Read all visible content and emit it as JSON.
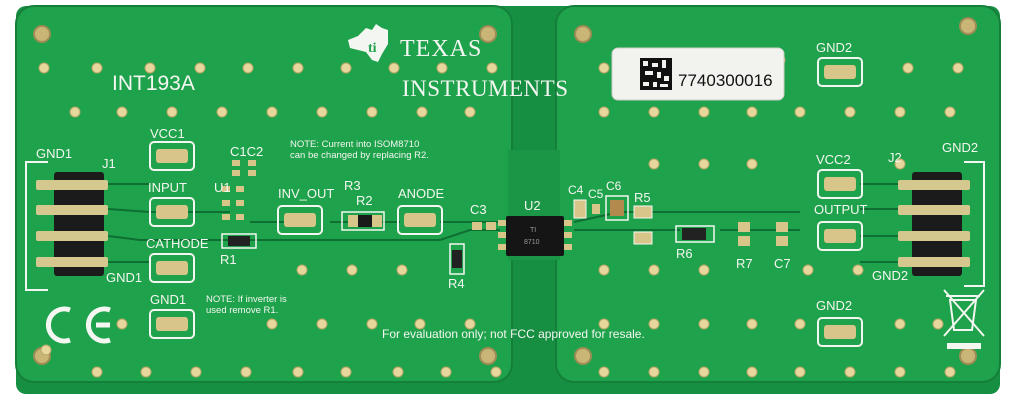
{
  "board": {
    "board_name": "INT193A",
    "brand": {
      "line1": "TEXAS",
      "line2": "INSTRUMENTS",
      "logo": "ti-state-logo"
    },
    "serial_label": "7740300016",
    "notes": {
      "current_note_line1": "NOTE: Current into ISOM8710",
      "current_note_line2": "can be changed by replacing R2.",
      "inverter_note_line1": "NOTE: If inverter is",
      "inverter_note_line2": "used remove R1.",
      "evaluation": "For evaluation only; not FCC approved for resale."
    },
    "connectors": {
      "j1": "J1",
      "j2": "J2",
      "gnd1_left": "GND1",
      "gnd1_bottom_left": "GND1",
      "gnd2_right_top": "GND2",
      "gnd2_right_bottom": "GND2"
    },
    "test_points": {
      "vcc1": "VCC1",
      "input": "INPUT",
      "cathode": "CATHODE",
      "gnd1": "GND1",
      "inv_out": "INV_OUT",
      "anode": "ANODE",
      "gnd2_top": "GND2",
      "vcc2": "VCC2",
      "output": "OUTPUT",
      "gnd2_bottom": "GND2"
    },
    "refdes": {
      "c1c2": "C1C2",
      "u1": "U1",
      "r1": "R1",
      "r3": "R3",
      "r2": "R2",
      "r4": "R4",
      "c3": "C3",
      "u2": "U2",
      "c4": "C4",
      "c5": "C5",
      "c6": "C6",
      "r5": "R5",
      "r6": "R6",
      "r7": "R7",
      "c7": "C7"
    },
    "chip_marking": {
      "line1": "TI",
      "line2": "8710"
    },
    "marks": {
      "ce": "CE",
      "weee": "weee-crossed-bin-icon"
    },
    "colors": {
      "pcb": "#1e9a49",
      "pcb_dark": "#168a3e",
      "silk": "#f4f7f1",
      "pad": "#d8c58a",
      "header_plastic": "#1b1b1b"
    }
  }
}
